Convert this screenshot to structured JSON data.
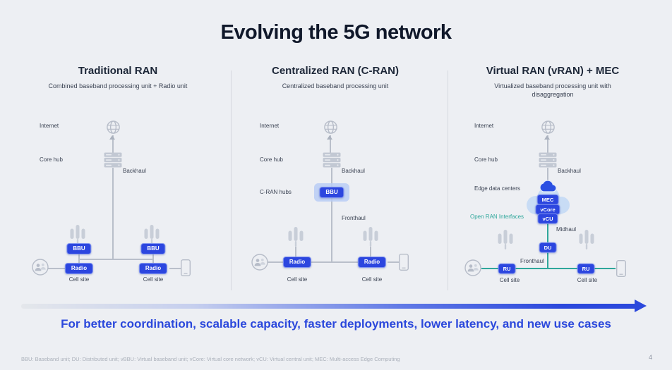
{
  "slide": {
    "title": "Evolving the 5G network",
    "tagline": "For better coordination, scalable capacity, faster deployments, lower latency, and new use cases",
    "footer": "BBU: Baseband unit; DU: Distributed unit; vBBU: Virtual baseband unit; vCore: Virtual core network; vCU: Virtual central unit; MEC: Multi-access Edge Computing",
    "page_number": "4"
  },
  "colors": {
    "background": "#edeff3",
    "heading": "#10182a",
    "accent_blue": "#2b48dc",
    "badge_blue": "#2c46df",
    "teal": "#2fa79b",
    "line_gray": "#b9bfca"
  },
  "icons": {
    "globe": "internet-globe",
    "server": "core-hub-stack",
    "antenna": "cell-tower-bars",
    "people": "users-circle",
    "phone": "smartphone",
    "cloudLight": "edge-cloud",
    "cloudDark": "mec-cloud"
  },
  "panels": [
    {
      "title": "Traditional RAN",
      "subtitle": "Combined baseband processing unit + Radio unit",
      "internet": "Internet",
      "core_hub": "Core hub",
      "backhaul": "Backhaul",
      "bbu_left": "BBU",
      "radio_left": "Radio",
      "bbu_right": "BBU",
      "radio_right": "Radio",
      "cell_site_left": "Cell site",
      "cell_site_right": "Cell site"
    },
    {
      "title": "Centralized RAN (C-RAN)",
      "subtitle": "Centralized baseband processing unit",
      "internet": "Internet",
      "core_hub": "Core hub",
      "backhaul": "Backhaul",
      "cran_hubs": "C-RAN hubs",
      "bbu": "BBU",
      "fronthaul": "Fronthaul",
      "radio_left": "Radio",
      "radio_right": "Radio",
      "cell_site_left": "Cell site",
      "cell_site_right": "Cell site"
    },
    {
      "title": "Virtual RAN (vRAN) + MEC",
      "subtitle": "Virtualized baseband processing unit with disaggregation",
      "internet": "Internet",
      "core_hub": "Core hub",
      "backhaul": "Backhaul",
      "edge_data_centers": "Edge data centers",
      "open_ran": "Open RAN Interfaces",
      "midhaul": "Midhaul",
      "fronthaul": "Fronthaul",
      "mec": "MEC",
      "vcore": "vCore",
      "vcu": "vCU",
      "du": "DU",
      "ru_left": "RU",
      "ru_right": "RU",
      "cell_site_left": "Cell site",
      "cell_site_right": "Cell site"
    }
  ]
}
